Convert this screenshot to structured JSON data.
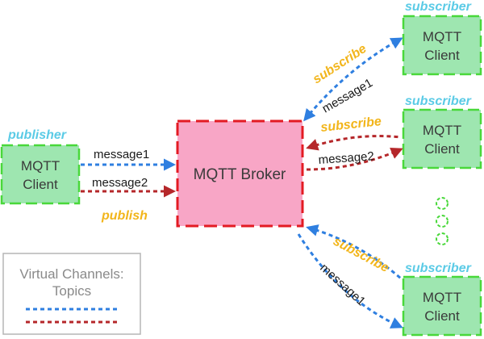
{
  "colors": {
    "client_fill": "#9ee6b0",
    "client_border": "#49d83a",
    "broker_fill": "#f8a6c6",
    "broker_border": "#e31b23",
    "role": "#5bcbe6",
    "action": "#f2b51b",
    "blue_arrow": "#2f7fe0",
    "red_arrow": "#b5272a",
    "legend_border": "#b5b5b5"
  },
  "publisher": {
    "role": "publisher",
    "line1": "MQTT",
    "line2": "Client"
  },
  "broker": {
    "label": "MQTT Broker"
  },
  "subscribers": [
    {
      "role": "subscriber",
      "line1": "MQTT",
      "line2": "Client"
    },
    {
      "role": "subscriber",
      "line1": "MQTT",
      "line2": "Client"
    },
    {
      "role": "subscriber",
      "line1": "MQTT",
      "line2": "Client"
    }
  ],
  "actions": {
    "publish": "publish",
    "subscribe": "subscribe"
  },
  "messages": {
    "message1": "message1",
    "message2": "message2"
  },
  "legend": {
    "line1": "Virtual Channels:",
    "line2": "Topics"
  }
}
